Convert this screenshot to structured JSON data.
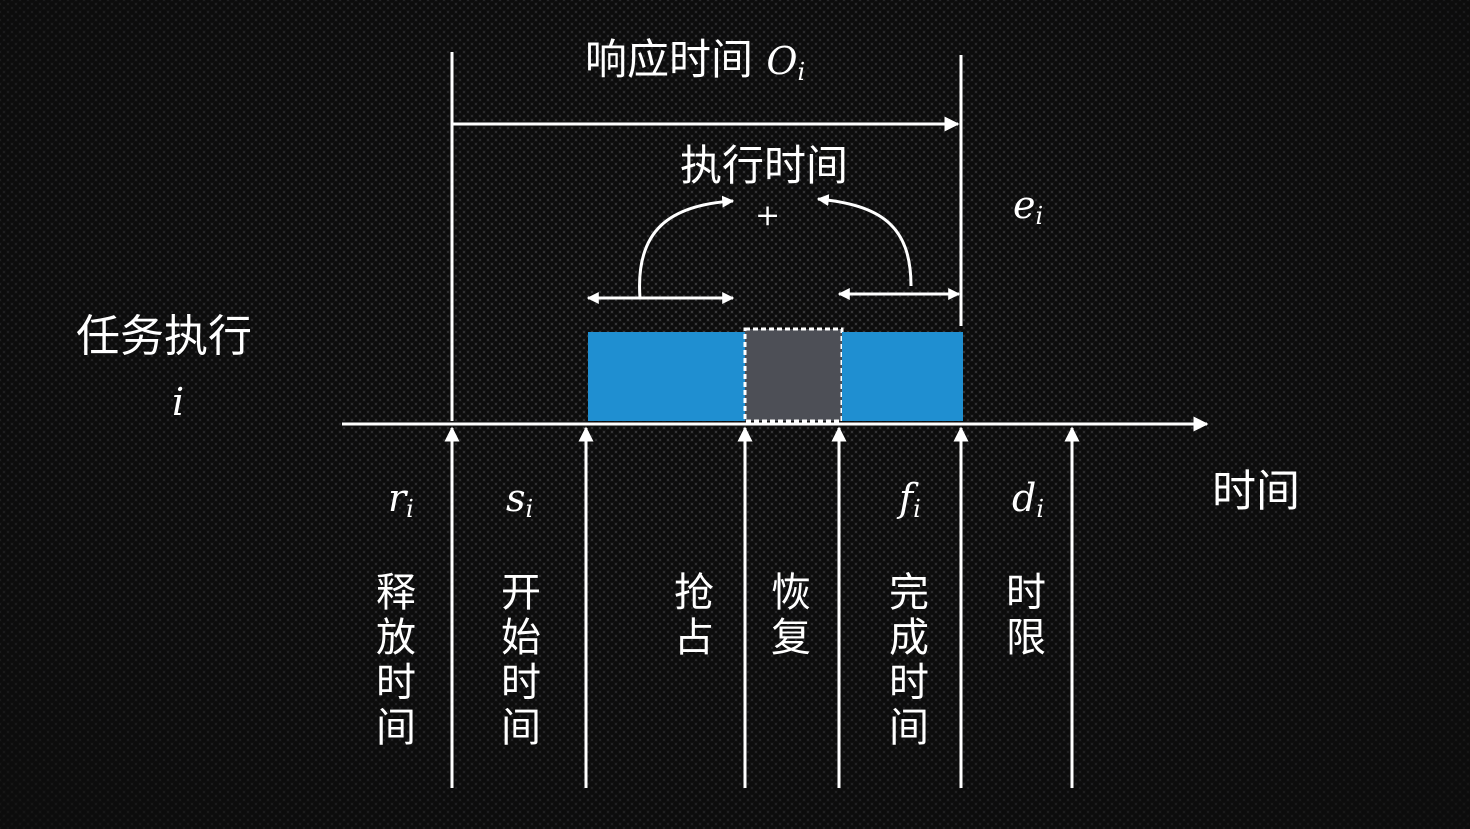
{
  "task": {
    "label": "任务执行",
    "index": "i"
  },
  "response_time": {
    "label": "响应时间",
    "symbol": "O",
    "sub": "i"
  },
  "exec_time": {
    "label": "执行时间",
    "plus": "+"
  },
  "e_sym": {
    "symbol": "e",
    "sub": "i"
  },
  "time_axis": {
    "label": "时间"
  },
  "markers": [
    {
      "symbol": "r",
      "sub": "i",
      "label": "释放时间"
    },
    {
      "symbol": "s",
      "sub": "i",
      "label": "开始时间"
    },
    {
      "symbol": "",
      "sub": "",
      "label": "抢占"
    },
    {
      "symbol": "",
      "sub": "",
      "label": "恢复"
    },
    {
      "symbol": "f",
      "sub": "i",
      "label": "完成时间"
    },
    {
      "symbol": "d",
      "sub": "i",
      "label": "时限"
    }
  ],
  "colors": {
    "exec_block": "#1f8fd1",
    "preempt_block": "#4d4f56",
    "line": "#ffffff"
  }
}
